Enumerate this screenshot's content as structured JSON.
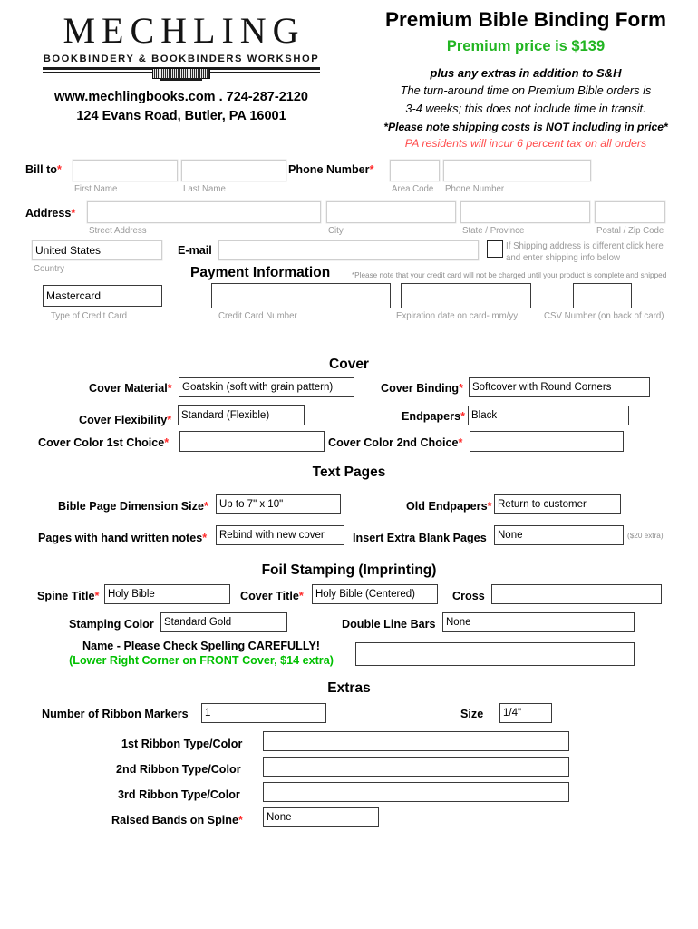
{
  "brand": {
    "logo_word": "MECHLING",
    "logo_sub": "BOOKBINDERY & BOOKBINDERS WORKSHOP",
    "website_phone": "www.mechlingbooks.com . 724-287-2120",
    "address": "124 Evans Road, Butler, PA 16001"
  },
  "header": {
    "title": "Premium Bible Binding Form",
    "price": "Premium price is $139",
    "extras": "plus any extras in addition to S&H",
    "turnaround_1": "The turn-around time on Premium Bible orders is",
    "turnaround_2": "3-4 weeks; this does not include time in transit.",
    "shipping_note": "*Please note shipping costs is NOT including in price*",
    "tax_note": "PA residents will incur 6 percent tax on all orders",
    "price_color": "#22b522",
    "tax_color": "#ff4d4d"
  },
  "billing": {
    "bill_to_label": "Bill to",
    "first_name": {
      "value": "",
      "sublabel": "First Name"
    },
    "last_name": {
      "value": "",
      "sublabel": "Last Name"
    },
    "phone_label": "Phone Number",
    "area_code": {
      "value": "",
      "sublabel": "Area Code"
    },
    "phone_number": {
      "value": "",
      "sublabel": "Phone Number"
    },
    "address_label": "Address",
    "street": {
      "value": "",
      "sublabel": "Street Address"
    },
    "city": {
      "value": "",
      "sublabel": "City"
    },
    "state": {
      "value": "",
      "sublabel": "State / Province"
    },
    "postal": {
      "value": "",
      "sublabel": "Postal / Zip Code"
    },
    "country": {
      "value": "United States",
      "sublabel": "Country"
    },
    "email_label": "E-mail",
    "email": {
      "value": ""
    },
    "shipping_checkbox_line1": "If Shipping address is different click here",
    "shipping_checkbox_line2": "and enter shipping info below"
  },
  "payment": {
    "title": "Payment Information",
    "note": "*Please note that your credit card will not be charged until your product is complete and shipped",
    "card_type": {
      "value": "Mastercard",
      "sublabel": "Type of Credit Card"
    },
    "card_number": {
      "value": "",
      "sublabel": "Credit Card Number"
    },
    "expiration": {
      "value": "",
      "sublabel": "Expiration date on card- mm/yy"
    },
    "csv": {
      "value": "",
      "sublabel": "CSV Number (on back of card)"
    }
  },
  "cover": {
    "title": "Cover",
    "material_label": "Cover Material",
    "material": "Goatskin (soft with grain pattern)",
    "binding_label": "Cover Binding",
    "binding": "Softcover with Round Corners",
    "flexibility_label": "Cover Flexibility",
    "flexibility": "Standard (Flexible)",
    "endpapers_label": "Endpapers",
    "endpapers": "Black",
    "color1_label": "Cover Color 1st Choice",
    "color1": "",
    "color2_label": "Cover Color 2nd Choice",
    "color2": ""
  },
  "text_pages": {
    "title": "Text Pages",
    "page_dimension_label": "Bible Page Dimension Size",
    "page_dimension": "Up to 7\" x 10\"",
    "old_endpapers_label": "Old Endpapers",
    "old_endpapers": "Return to customer",
    "hand_written_label": "Pages with hand written notes",
    "hand_written": "Rebind with new cover",
    "blank_pages_label": "Insert Extra Blank Pages",
    "blank_pages": "None",
    "blank_pages_extra": "($20 extra)"
  },
  "foil": {
    "title": "Foil Stamping (Imprinting)",
    "spine_title_label": "Spine Title",
    "spine_title": "Holy Bible",
    "cover_title_label": "Cover Title",
    "cover_title": "Holy Bible (Centered)",
    "cross_label": "Cross",
    "cross": "",
    "stamping_color_label": "Stamping Color",
    "stamping_color": "Standard Gold",
    "double_line_bars_label": "Double Line Bars",
    "double_line_bars": "None",
    "name_label": "Name - Please Check Spelling CAREFULLY!",
    "name_note": "(Lower Right Corner on FRONT Cover, $14 extra)",
    "name_note_color": "#00c000",
    "name_value": ""
  },
  "extras": {
    "title": "Extras",
    "ribbon_markers_label": "Number of Ribbon Markers",
    "ribbon_markers": "1",
    "size_label": "Size",
    "size": "1/4\"",
    "ribbon1_label": "1st Ribbon Type/Color",
    "ribbon1": "",
    "ribbon2_label": "2nd Ribbon Type/Color",
    "ribbon2": "",
    "ribbon3_label": "3rd Ribbon Type/Color",
    "ribbon3": "",
    "raised_bands_label": "Raised Bands on Spine",
    "raised_bands": "None"
  }
}
